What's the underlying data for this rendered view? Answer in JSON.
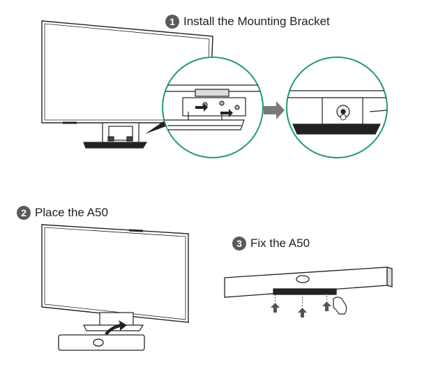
{
  "steps": [
    {
      "number": "1",
      "title": "Install the Mounting Bracket"
    },
    {
      "number": "2",
      "title": "Place the A50"
    },
    {
      "number": "3",
      "title": "Fix the A50"
    }
  ],
  "colors": {
    "accent_circle": "#1f9a6e",
    "step_badge": "#5a5a5a",
    "line": "#222222",
    "arrow": "#7a7a7a"
  }
}
